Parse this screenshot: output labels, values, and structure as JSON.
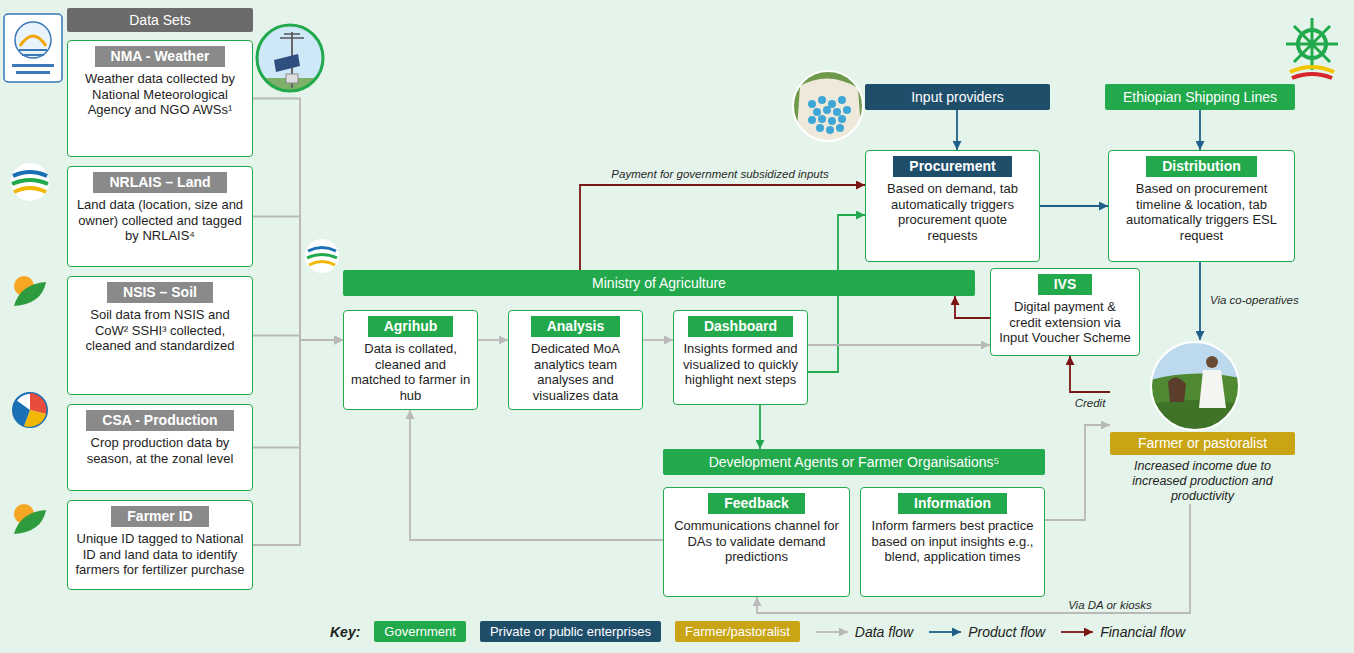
{
  "diagram": {
    "nodes": [
      {
        "text": [
          "Data Sets"
        ]
      },
      {
        "text": [
          "NMA - Weather",
          "Weather data collected by National Meteorological Agency and NGO AWSs¹"
        ]
      },
      {
        "text": [
          "NRLAIS – Land",
          "Land data (location, size and owner) collected and tagged by NRLAIS⁴"
        ]
      },
      {
        "text": [
          "NSIS – Soil",
          "Soil data from NSIS and CoW² SSHI³ collected, cleaned and standardized"
        ]
      },
      {
        "text": [
          "CSA - Production",
          "Crop production data by season, at the zonal level"
        ]
      },
      {
        "text": [
          "Farmer ID",
          "Unique ID tagged to National ID and land data to identify farmers for fertilizer purchase"
        ]
      },
      {
        "text": [
          "Ministry of Agriculture"
        ]
      },
      {
        "text": [
          "Agrihub",
          "Data is collated, cleaned and matched to farmer in hub"
        ]
      },
      {
        "text": [
          "Analysis",
          "Dedicated MoA analytics team analyses and visualizes data"
        ]
      },
      {
        "text": [
          "Dashboard",
          "Insights formed and visualized to quickly highlight next steps"
        ]
      },
      {
        "text": [
          "Development Agents or Farmer Organisations⁵"
        ]
      },
      {
        "text": [
          "Feedback",
          "Communications channel for DAs to validate demand predictions"
        ]
      },
      {
        "text": [
          "Information",
          "Inform farmers best practice based on input insights e.g., blend, application times"
        ]
      },
      {
        "text": [
          "Input providers"
        ]
      },
      {
        "text": [
          "Procurement",
          "Based on demand, tab automatically triggers procurement quote requests"
        ]
      },
      {
        "text": [
          "Ethiopian Shipping Lines"
        ]
      },
      {
        "text": [
          "Distribution",
          "Based on procurement timeline & location, tab automatically triggers ESL request"
        ]
      },
      {
        "text": [
          "IVS",
          "Digital payment & credit extension via Input Voucher Scheme"
        ]
      },
      {
        "text": [
          "Farmer or pastoralist",
          "Increased income due to increased production and productivity"
        ]
      }
    ],
    "edges": [
      {
        "from": 1,
        "to": 7,
        "arrow": "to"
      },
      {
        "from": 2,
        "to": 7,
        "arrow": "to"
      },
      {
        "from": 3,
        "to": 7,
        "arrow": "to"
      },
      {
        "from": 4,
        "to": 7,
        "arrow": "to"
      },
      {
        "from": 5,
        "to": 7,
        "arrow": "to"
      },
      {
        "from": 7,
        "to": 8,
        "arrow": "to"
      },
      {
        "from": 8,
        "to": 9,
        "arrow": "to"
      },
      {
        "from": 9,
        "to": 14,
        "arrow": "to"
      },
      {
        "from": 9,
        "to": 17,
        "arrow": "to"
      },
      {
        "from": 9,
        "to": 10,
        "arrow": "to"
      },
      {
        "from": 6,
        "to": 14,
        "label": "Payment for government subsidized inputs",
        "arrow": "to"
      },
      {
        "from": 13,
        "to": 14,
        "arrow": "to"
      },
      {
        "from": 14,
        "to": 16,
        "arrow": "to"
      },
      {
        "from": 15,
        "to": 16,
        "arrow": "to"
      },
      {
        "from": 16,
        "to": 18,
        "label": "Via co-operatives",
        "arrow": "to"
      },
      {
        "from": 17,
        "to": 6,
        "arrow": "to"
      },
      {
        "from": 18,
        "to": 17,
        "label": "Credit",
        "arrow": "to"
      },
      {
        "from": 12,
        "to": 18,
        "arrow": "to"
      },
      {
        "from": 18,
        "to": 11,
        "label": "Via DA or kiosks",
        "arrow": "to"
      },
      {
        "from": 11,
        "to": 7,
        "arrow": "to"
      }
    ],
    "labels": [
      "Key:"
    ],
    "legend": [
      {
        "text": "Government",
        "color": "#21a94c"
      },
      {
        "text": "Private or public enterprises",
        "color": "#1f4e6b"
      },
      {
        "text": "Farmer/pastoralist",
        "color": "#c9a515"
      },
      {
        "text": "Data flow"
      },
      {
        "text": "Product flow"
      },
      {
        "text": "Financial flow"
      }
    ]
  }
}
